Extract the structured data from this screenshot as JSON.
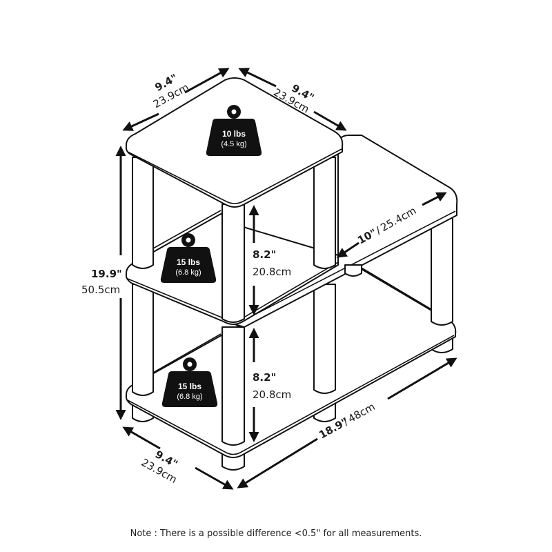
{
  "diagram": {
    "subject": "Three-tier side table dimension drawing",
    "colors": {
      "line": "#111111",
      "background": "#ffffff",
      "weight_icon": "#111111"
    },
    "dimensions": {
      "top_left_width": {
        "imperial": "9.4\"",
        "metric": "23.9cm"
      },
      "top_right_depth": {
        "imperial": "9.4\"",
        "metric": "23.9cm"
      },
      "total_height": {
        "imperial": "19.9\"",
        "metric": "50.5cm"
      },
      "upper_shelf_gap": {
        "imperial": "8.2\"",
        "metric": "20.8cm"
      },
      "lower_shelf_gap": {
        "imperial": "8.2\"",
        "metric": "20.8cm"
      },
      "step_length": {
        "imperial": "10\"",
        "separator": "/",
        "metric": "25.4cm"
      },
      "bottom_depth": {
        "imperial": "9.4\"",
        "metric": "23.9cm"
      },
      "total_length": {
        "imperial": "18.9\"",
        "separator": "/",
        "metric": "48cm"
      }
    },
    "weight_capacities": [
      {
        "shelf": "top",
        "lbs": "10 lbs",
        "kg": "(4.5 kg)"
      },
      {
        "shelf": "middle",
        "lbs": "15 lbs",
        "kg": "(6.8 kg)"
      },
      {
        "shelf": "bottom",
        "lbs": "15 lbs",
        "kg": "(6.8 kg)"
      }
    ],
    "icons": [
      "arrow-icon",
      "weight-icon"
    ]
  },
  "footer": {
    "note": "Note : There is a possible difference <0.5\" for all measurements."
  }
}
